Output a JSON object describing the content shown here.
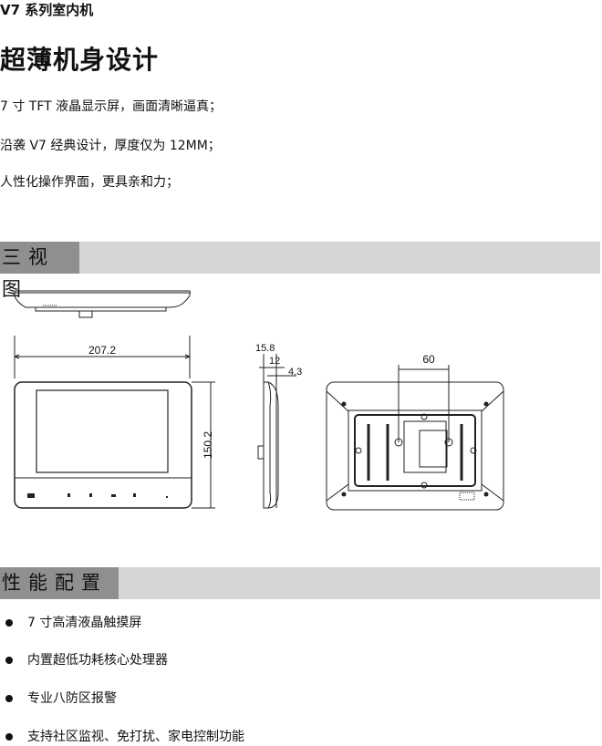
{
  "series_title": "V7 系列室内机",
  "headline": "超薄机身设计",
  "features_intro": [
    "7 寸 TFT 液晶显示屏，画面清晰逼真；",
    "沿袭 V7 经典设计，厚度仅为 12MM；",
    "人性化操作界面，更具亲和力；"
  ],
  "section_views": {
    "label": "三视图",
    "dimensions": {
      "width": "207.2",
      "height": "150.2",
      "depth_total": "15.8",
      "depth_body": "12",
      "depth_bracket": "4.3",
      "mount_spacing": "60"
    }
  },
  "section_config": {
    "label": "性能配置",
    "items": [
      "7 寸高清液晶触摸屏",
      "内置超低功耗核心处理器",
      "专业八防区报警",
      "支持社区监视、免打扰、家电控制功能"
    ]
  }
}
